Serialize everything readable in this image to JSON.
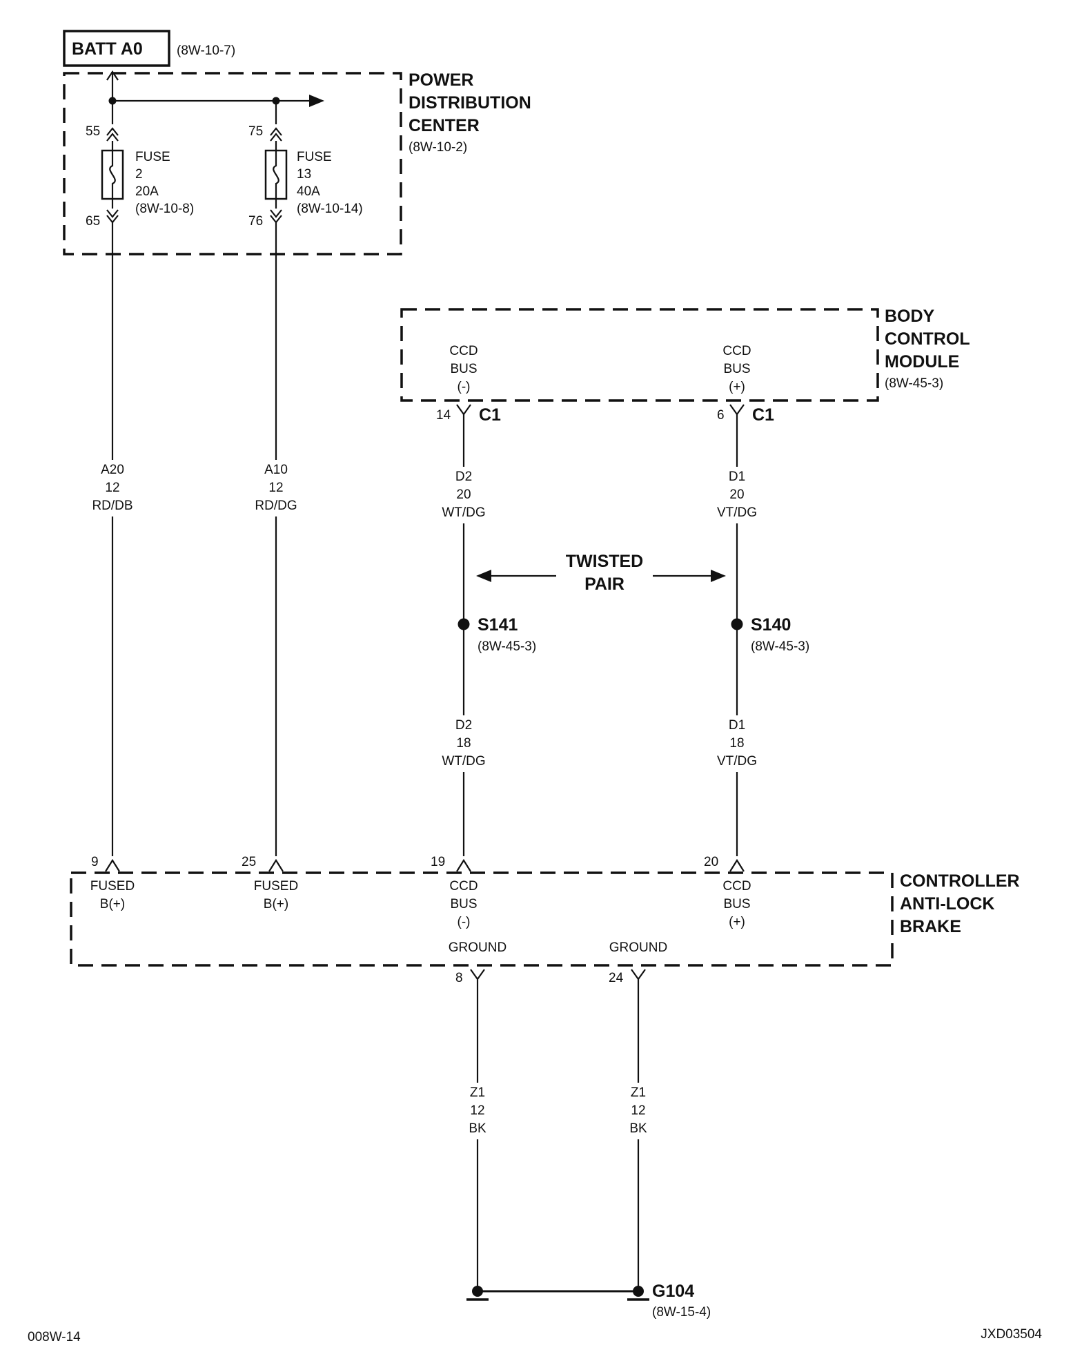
{
  "battery": {
    "label": "BATT A0",
    "ref": "(8W-10-7)"
  },
  "pdc": {
    "title_lines": [
      "POWER",
      "DISTRIBUTION",
      "CENTER"
    ],
    "ref": "(8W-10-2)",
    "fuse_a": {
      "pin_in": "55",
      "pin_out": "65",
      "lines": [
        "FUSE",
        "2",
        "20A",
        "(8W-10-8)"
      ]
    },
    "fuse_b": {
      "pin_in": "75",
      "pin_out": "76",
      "lines": [
        "FUSE",
        "13",
        "40A",
        "(8W-10-14)"
      ]
    }
  },
  "bcm": {
    "title_lines": [
      "BODY",
      "CONTROL",
      "MODULE"
    ],
    "ref": "(8W-45-3)",
    "term_neg": {
      "lines": [
        "CCD",
        "BUS",
        "(-)"
      ],
      "pin": "14",
      "connector": "C1"
    },
    "term_pos": {
      "lines": [
        "CCD",
        "BUS",
        "(+)"
      ],
      "pin": "6",
      "connector": "C1"
    }
  },
  "wires": {
    "a20": [
      "A20",
      "12",
      "RD/DB"
    ],
    "a10": [
      "A10",
      "12",
      "RD/DG"
    ],
    "d2_upper": [
      "D2",
      "20",
      "WT/DG"
    ],
    "d1_upper": [
      "D1",
      "20",
      "VT/DG"
    ],
    "d2_lower": [
      "D2",
      "18",
      "WT/DG"
    ],
    "d1_lower": [
      "D1",
      "18",
      "VT/DG"
    ],
    "z1_left": [
      "Z1",
      "12",
      "BK"
    ],
    "z1_right": [
      "Z1",
      "12",
      "BK"
    ]
  },
  "twisted_pair": [
    "TWISTED",
    "PAIR"
  ],
  "splices": {
    "s141": {
      "label": "S141",
      "ref": "(8W-45-3)"
    },
    "s140": {
      "label": "S140",
      "ref": "(8W-45-3)"
    }
  },
  "abs": {
    "title_lines": [
      "CONTROLLER",
      "ANTI-LOCK",
      "BRAKE"
    ],
    "terminals": [
      {
        "pin": "9",
        "lines": [
          "FUSED",
          "B(+)"
        ]
      },
      {
        "pin": "25",
        "lines": [
          "FUSED",
          "B(+)"
        ]
      },
      {
        "pin": "19",
        "lines": [
          "CCD",
          "BUS",
          "(-)"
        ]
      },
      {
        "pin": "20",
        "lines": [
          "CCD",
          "BUS",
          "(+)"
        ]
      }
    ],
    "grounds": [
      {
        "pin": "8",
        "label": "GROUND"
      },
      {
        "pin": "24",
        "label": "GROUND"
      }
    ]
  },
  "ground_point": {
    "label": "G104",
    "ref": "(8W-15-4)"
  },
  "footer": {
    "left": "008W-14",
    "right": "JXD03504"
  }
}
